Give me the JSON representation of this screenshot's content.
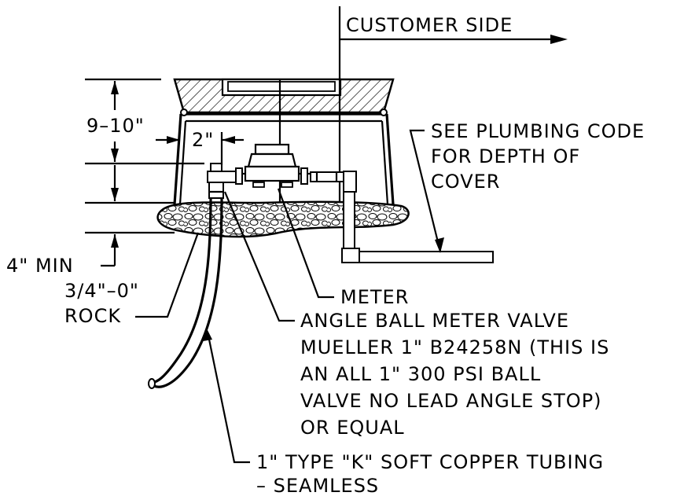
{
  "labels": {
    "customer_side": "CUSTOMER  SIDE",
    "see_plumbing_1": "SEE  PLUMBING  CODE",
    "see_plumbing_2": "FOR  DEPTH  OF",
    "see_plumbing_3": "COVER",
    "dim_9_10": "9–10\"",
    "dim_2": "2\"",
    "dim_4_min": "4\"  MIN",
    "rock_1": "3/4\"–0\"",
    "rock_2": "ROCK",
    "meter": "METER",
    "valve_1": "ANGLE  BALL  METER  VALVE",
    "valve_2": "MUELLER  1\"  B24258N  (THIS  IS",
    "valve_3": "AN  ALL  1\"  300  PSI  BALL",
    "valve_4": "VALVE  NO  LEAD  ANGLE  STOP)",
    "valve_5": "OR  EQUAL",
    "tubing_1": "1\"  TYPE  \"K\"  SOFT  COPPER  TUBING",
    "tubing_2": "–  SEAMLESS"
  }
}
